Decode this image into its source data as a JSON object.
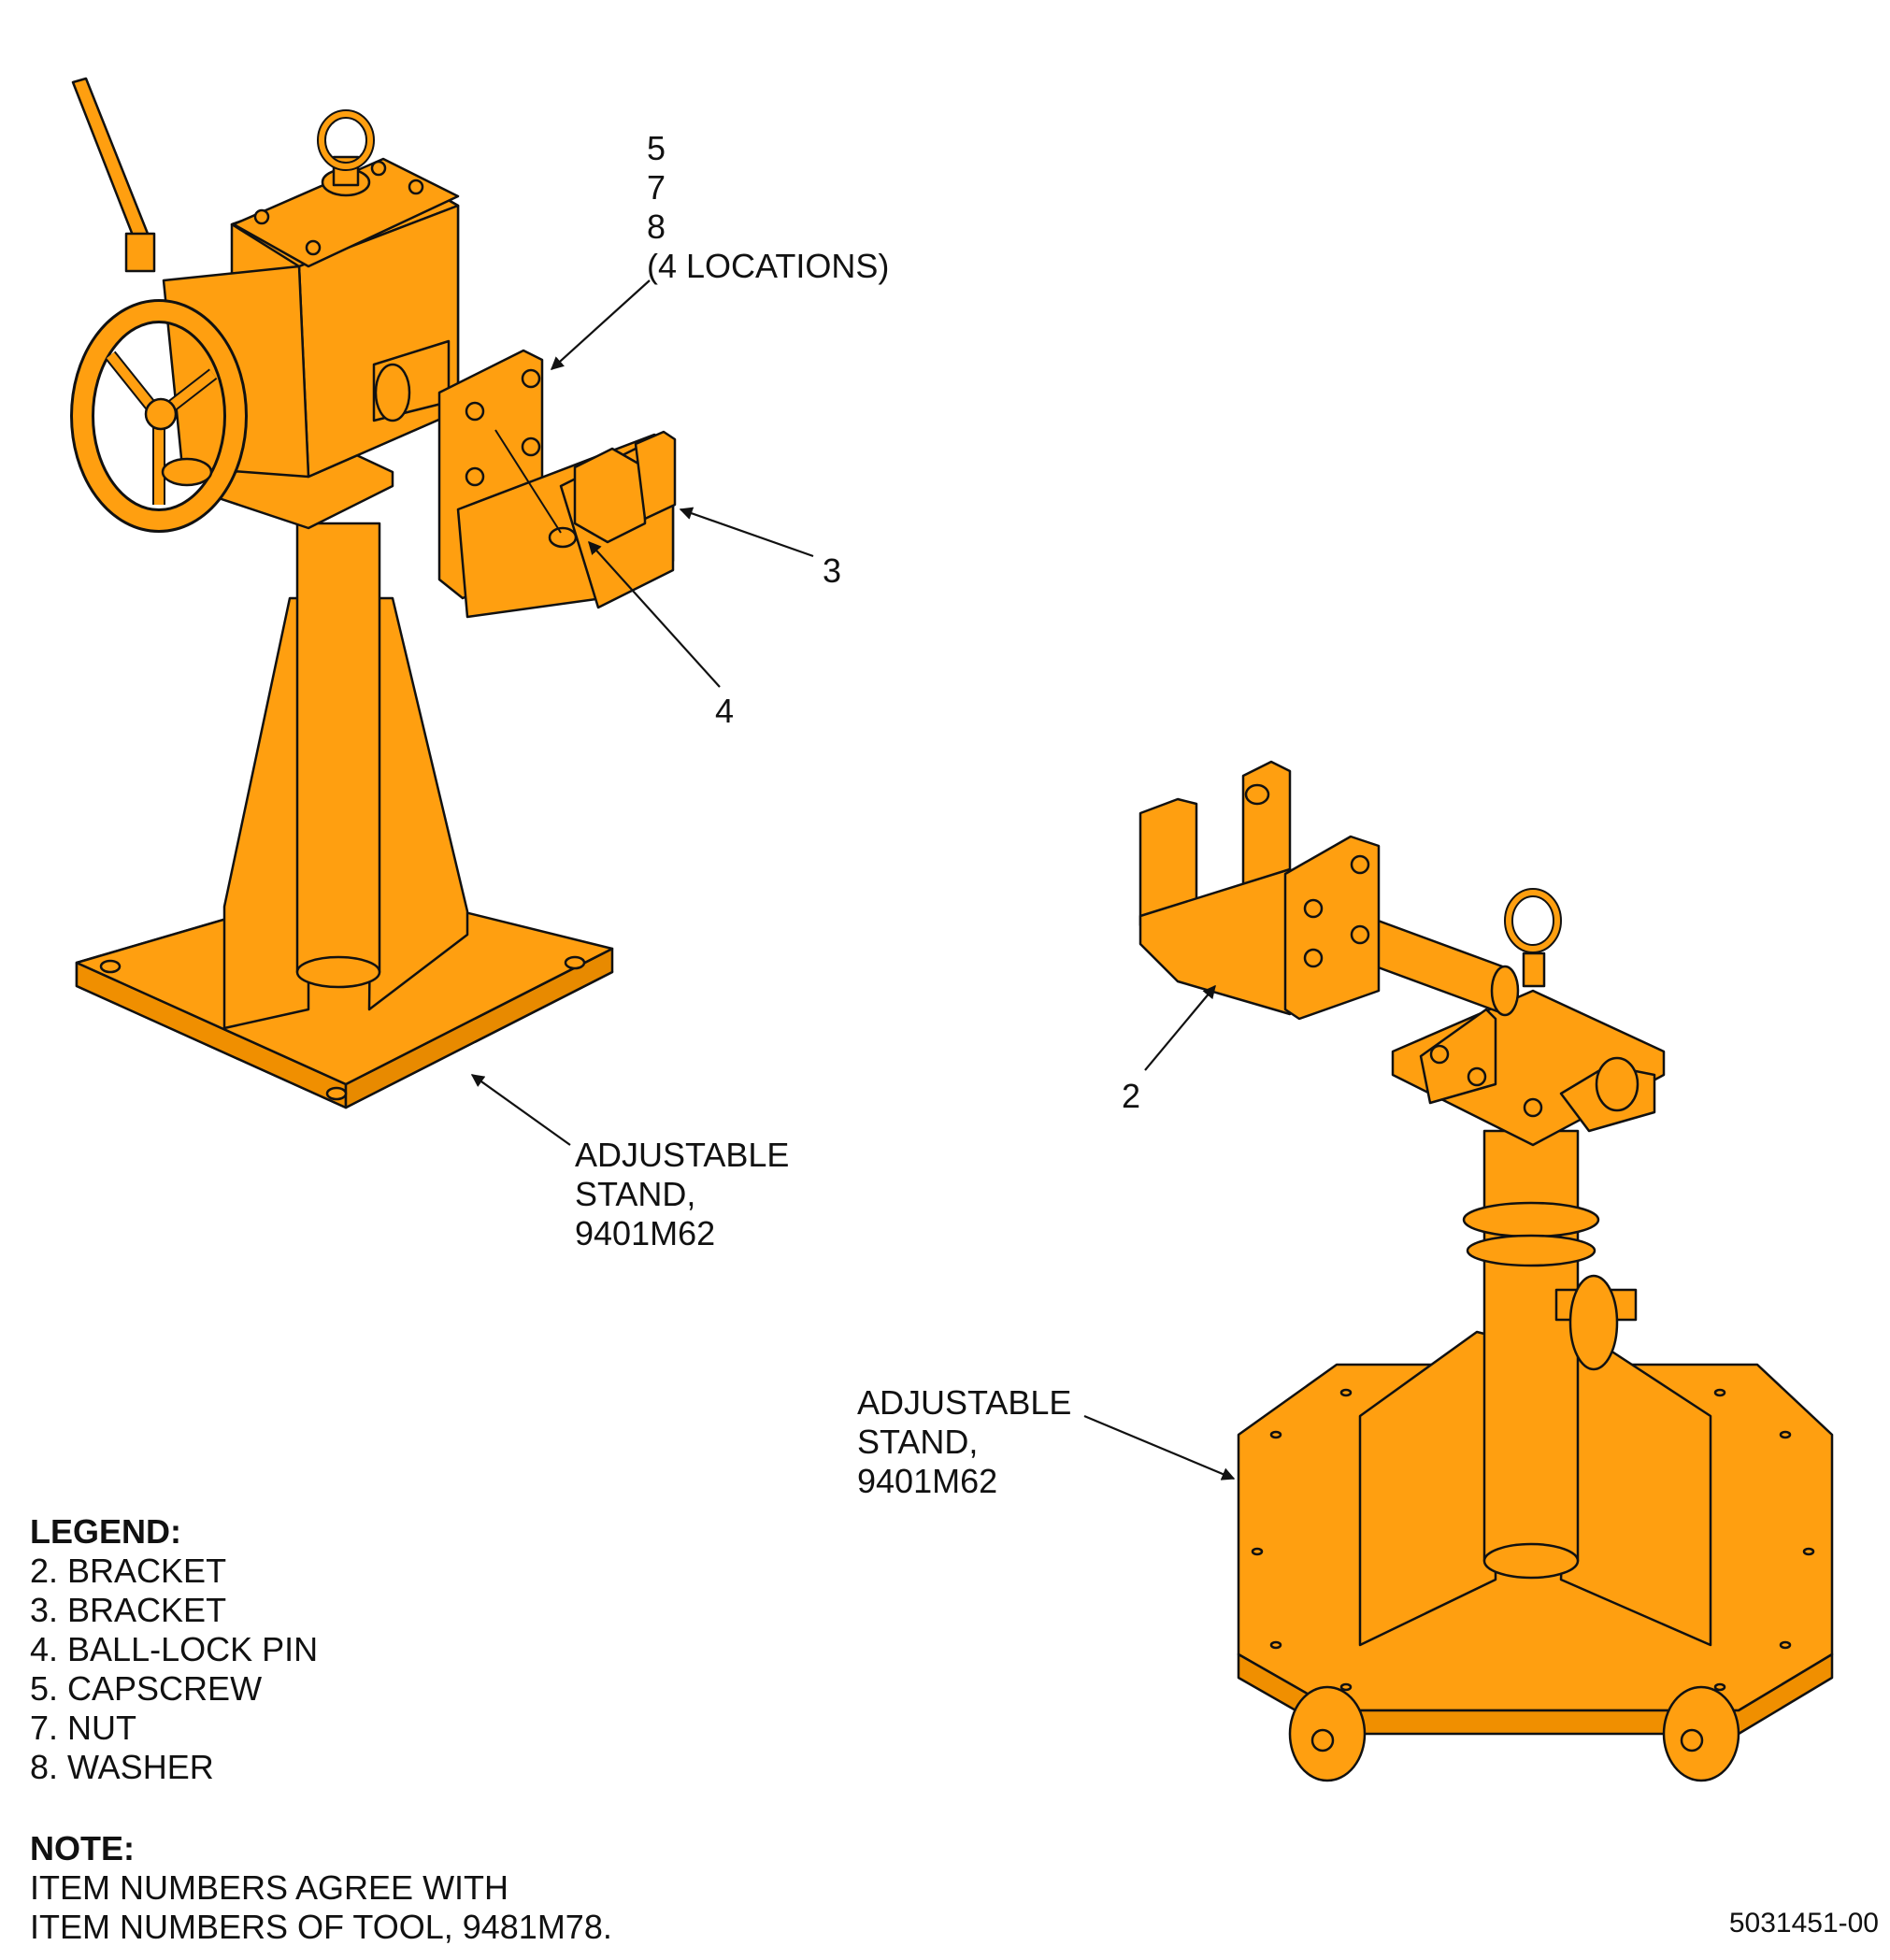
{
  "colors": {
    "part_fill": "#FF9F10",
    "outline": "#111111",
    "background": "#FFFFFF"
  },
  "callouts": {
    "fasteners": [
      "5",
      "7",
      "8",
      "(4 LOCATIONS)"
    ],
    "item3": "3",
    "item4": "4",
    "item2": "2",
    "stand_left": [
      "ADJUSTABLE",
      "STAND,",
      "9401M62"
    ],
    "stand_right": [
      "ADJUSTABLE",
      "STAND,",
      "9401M62"
    ]
  },
  "legend": {
    "heading": "LEGEND:",
    "items": [
      "2. BRACKET",
      "3. BRACKET",
      "4. BALL-LOCK PIN",
      "5. CAPSCREW",
      "7. NUT",
      "8. WASHER"
    ]
  },
  "note": {
    "heading": "NOTE:",
    "lines": [
      "ITEM NUMBERS AGREE WITH",
      "ITEM NUMBERS OF TOOL, 9481M78."
    ]
  },
  "doc_number": "5031451-00"
}
